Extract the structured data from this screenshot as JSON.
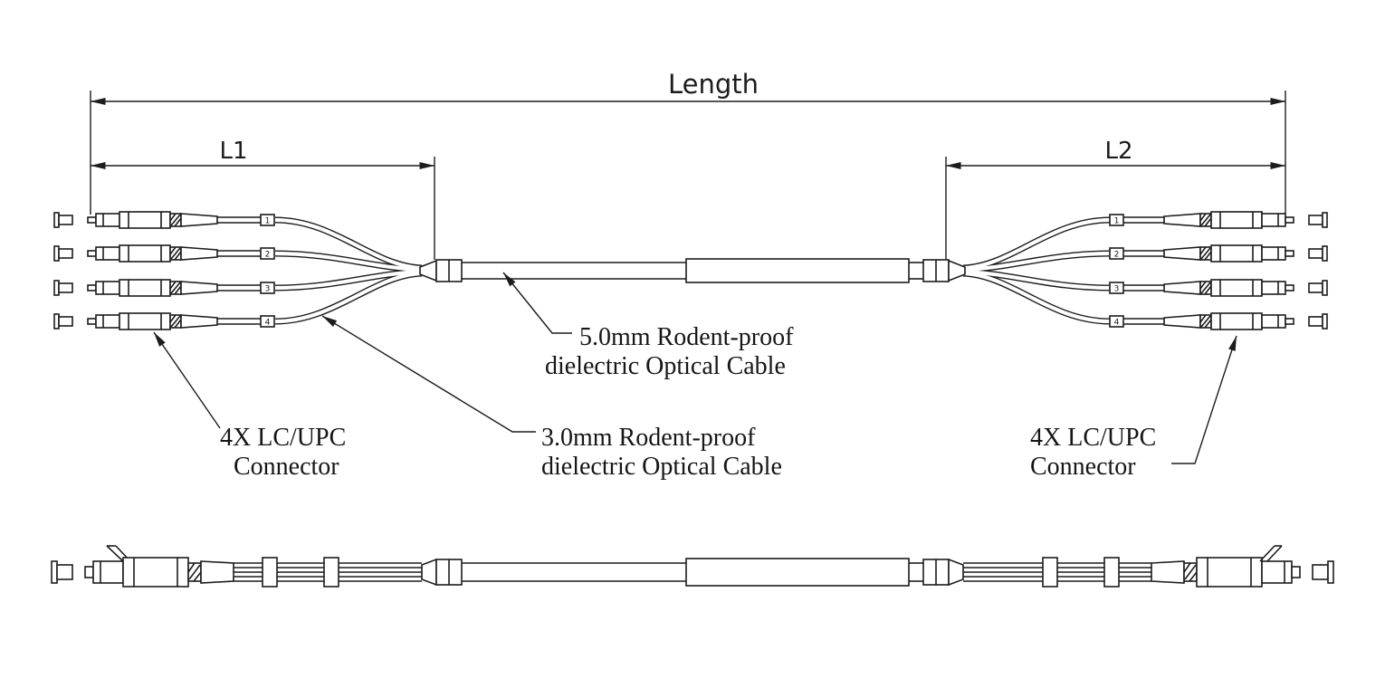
{
  "drawing": {
    "background": "#ffffff",
    "ink": "#1c1c1c",
    "dimensions": {
      "length_label": "Length",
      "l1_label": "L1",
      "l2_label": "L2"
    },
    "callouts": {
      "trunk_cable_line1": "5.0mm Rodent-proof",
      "trunk_cable_line2": "dielectric Optical Cable",
      "breakout_cable_line1": "3.0mm Rodent-proof",
      "breakout_cable_line2": "dielectric Optical Cable",
      "left_connectors_line1": "4X LC/UPC",
      "left_connectors_line2": "Connector",
      "right_connectors_line1": "4X LC/UPC",
      "right_connectors_line2": "Connector"
    },
    "fan_numbers": [
      "1",
      "2",
      "3",
      "4"
    ]
  }
}
